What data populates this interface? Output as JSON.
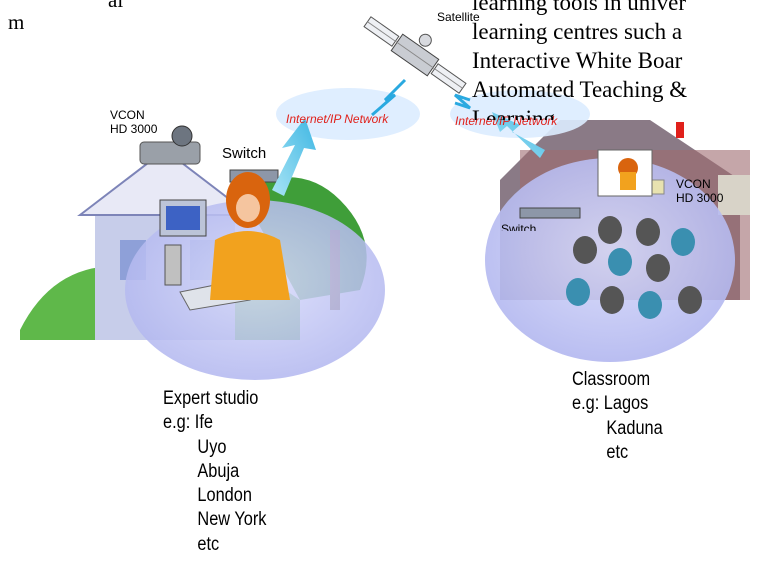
{
  "top_text": {
    "left_fragment_line1": "al",
    "left_fragment_line2": "m",
    "right_lines": [
      "learning tools in univer",
      "learning centres such a",
      "Interactive White Boar",
      "Automated Teaching &",
      "Learning"
    ]
  },
  "labels": {
    "satellite": "Satellite",
    "network_left": "Internet/IP Network",
    "network_right": "Internet/IP Network",
    "vcon_left_line1": "VCON",
    "vcon_left_line2": "HD 3000",
    "switch_left": "Switch",
    "vcon_right_line1": "VCON",
    "vcon_right_line2": "HD 3000",
    "switch_right": "Switch"
  },
  "expert_studio": {
    "title": "Expert studio",
    "lines": [
      "e.g: Ife",
      "Uyo",
      "Abuja",
      "London",
      "New York",
      "etc"
    ]
  },
  "classroom": {
    "title": "Classroom",
    "lines": [
      "e.g: Lagos",
      "Kaduna",
      "etc"
    ]
  },
  "colors": {
    "network_label": "#e0211b",
    "arrow": "#5ec7e8",
    "cloud": "#dcecff",
    "bubble": "#b9bdf2",
    "lightning": "#2aa9e0"
  }
}
